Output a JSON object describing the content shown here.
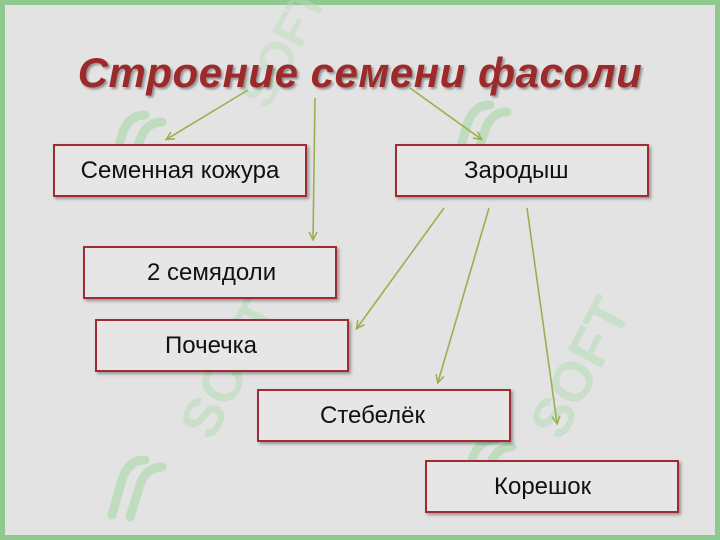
{
  "title": "Строение семени фасоли",
  "watermark": "SOFT",
  "colors": {
    "title": "#9c2a2a",
    "box_border": "#9e2d32",
    "arrow": "#9ab04e",
    "background": "#e3e3e3",
    "frame": "#8fc98f"
  },
  "nodes": {
    "seed_coat": "Семенная кожура",
    "embryo": "Зародыш",
    "cotyledons": "2 семядоли",
    "bud": "Почечка",
    "stem": "Стебелёк",
    "root": "Корешок"
  },
  "edges": [
    [
      "title",
      "seed_coat"
    ],
    [
      "title",
      "cotyledons"
    ],
    [
      "title",
      "embryo"
    ],
    [
      "embryo",
      "bud"
    ],
    [
      "embryo",
      "stem"
    ],
    [
      "embryo",
      "root"
    ]
  ]
}
